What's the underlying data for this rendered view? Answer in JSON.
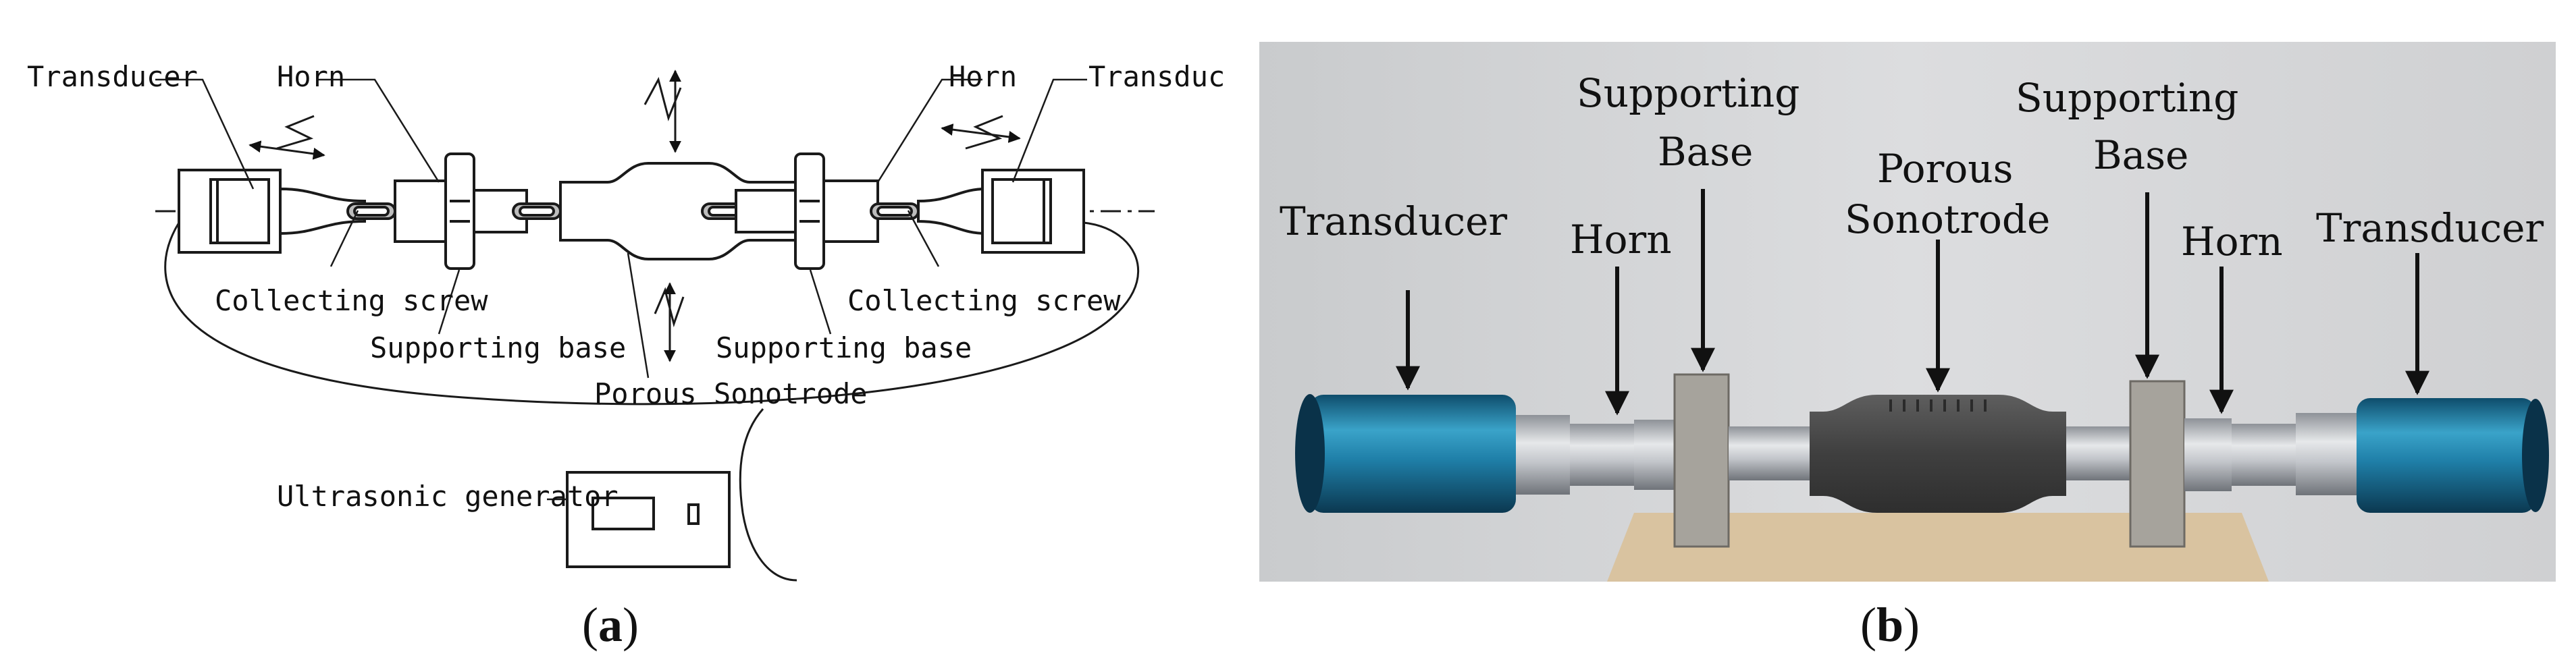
{
  "panel_a": {
    "labels": {
      "transducer_left": "Transducer",
      "horn_left": "Horn",
      "horn_right": "Horn",
      "transducer_right": "Transduc",
      "collecting_screw_left": "Collecting screw",
      "collecting_screw_right": "Collecting screw",
      "supporting_base_left": "Supporting base",
      "supporting_base_right": "Supporting base",
      "porous_sonotrode": "Porous Sonotrode",
      "ultrasonic_generator": "Ultrasonic generator"
    },
    "caption": {
      "open": "(",
      "letter": "a",
      "close": ")"
    }
  },
  "panel_b": {
    "labels": {
      "supporting_left_1": "Supporting",
      "supporting_left_2": "Base",
      "porous_1": "Porous",
      "porous_2": "Sonotrode",
      "supporting_right_1": "Supporting",
      "supporting_right_2": "Base",
      "transducer_left": "Transducer",
      "horn_left": "Horn",
      "horn_right": "Horn",
      "transducer_right": "Transducer"
    },
    "caption": {
      "open": "(",
      "letter": "b",
      "close": ")"
    }
  },
  "colors": {
    "line": "#1a1a1a",
    "photo_wall": "#d4d5d7",
    "transducer_blue": "#1f7fa8",
    "metal": "#b8bcc2",
    "sonotrode": "#4a4a4a",
    "table": "#d9c3a0"
  }
}
